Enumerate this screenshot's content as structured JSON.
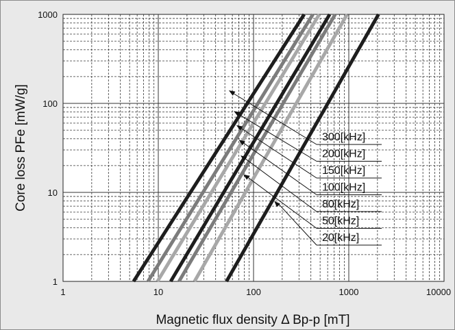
{
  "chart_data": {
    "type": "line",
    "title": "",
    "xlabel": "Magnetic flux density Δ Bp-p [mT]",
    "ylabel": "Core loss PFe [mW/g]",
    "xscale": "log",
    "yscale": "log",
    "xlim": [
      1,
      10000
    ],
    "ylim": [
      1,
      1000
    ],
    "x_ticks": [
      "1",
      "10",
      "100",
      "1000",
      "10000"
    ],
    "y_ticks": [
      "1",
      "10",
      "100",
      "1000"
    ],
    "grid": true,
    "background": "#e9e9e9",
    "series": [
      {
        "name": "300[kHz]",
        "color": "#1e1e1e",
        "x": [
          5.5,
          340
        ],
        "y": [
          1,
          1000
        ]
      },
      {
        "name": "200[kHz]",
        "color": "#7c7c7c",
        "x": [
          7.8,
          420
        ],
        "y": [
          1,
          1000
        ]
      },
      {
        "name": "150[kHz]",
        "color": "#a8a8a8",
        "x": [
          9.8,
          490
        ],
        "y": [
          1,
          1000
        ]
      },
      {
        "name": "100[kHz]",
        "color": "#1e1e1e",
        "x": [
          13.5,
          630
        ],
        "y": [
          1,
          1000
        ]
      },
      {
        "name": "80[kHz]",
        "color": "#7c7c7c",
        "x": [
          16.5,
          720
        ],
        "y": [
          1,
          1000
        ]
      },
      {
        "name": "50[kHz]",
        "color": "#a8a8a8",
        "x": [
          24,
          960
        ],
        "y": [
          1,
          1000
        ]
      },
      {
        "name": "20[kHz]",
        "color": "#1e1e1e",
        "x": [
          52,
          2050
        ],
        "y": [
          1,
          1000
        ]
      }
    ],
    "labels": [
      {
        "text": "300[kHz]",
        "point": [
          55,
          140
        ]
      },
      {
        "text": "200[kHz]",
        "point": [
          62,
          82
        ]
      },
      {
        "text": "150[kHz]",
        "point": [
          66,
          57
        ]
      },
      {
        "text": "100[kHz]",
        "point": [
          70,
          39
        ]
      },
      {
        "text": "80[kHz]",
        "point": [
          73,
          26
        ]
      },
      {
        "text": "50[kHz]",
        "point": [
          78,
          16
        ]
      },
      {
        "text": "20[kHz]",
        "point": [
          165,
          8
        ]
      }
    ]
  }
}
